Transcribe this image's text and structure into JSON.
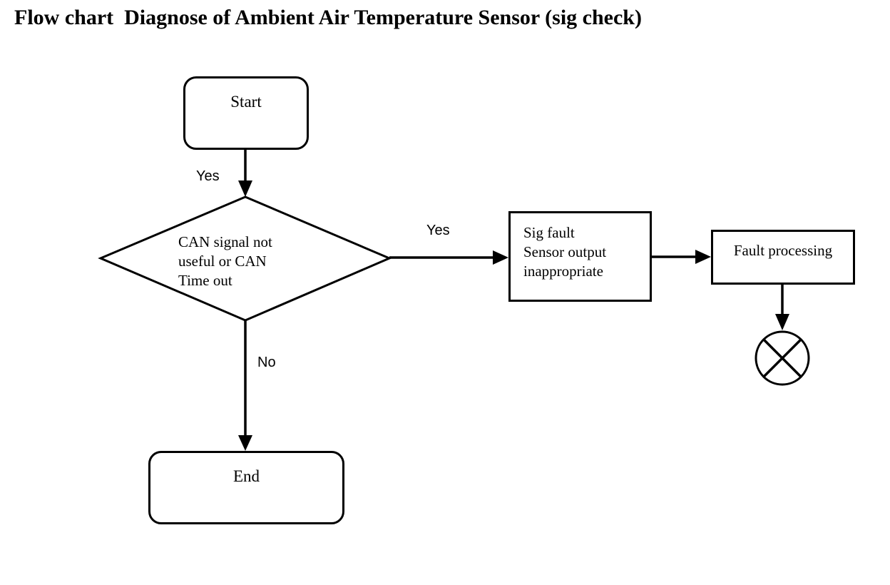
{
  "title": "Flow chart  Diagnose of Ambient Air Temperature Sensor (sig check)",
  "colors": {
    "line": "#000000",
    "background": "#ffffff"
  },
  "nodes": {
    "start": {
      "type": "terminator",
      "label": "Start"
    },
    "decision": {
      "type": "decision",
      "lines": [
        "CAN signal not",
        "useful or CAN",
        "Time out"
      ]
    },
    "sig_fault": {
      "type": "process",
      "lines": [
        "Sig fault",
        "Sensor output",
        "inappropriate"
      ]
    },
    "fault_processing": {
      "type": "process",
      "label": "Fault processing"
    },
    "end": {
      "type": "terminator",
      "label": "End"
    },
    "off_page_connector": {
      "type": "circle-x-symbol",
      "icon": "circle-x-icon"
    }
  },
  "edges": {
    "start_to_decision": {
      "label": "Yes"
    },
    "decision_to_sig_fault": {
      "label": "Yes"
    },
    "sig_fault_to_fault_processing": {
      "label": ""
    },
    "fault_processing_to_connector": {
      "label": ""
    },
    "decision_to_end": {
      "label": "No"
    }
  }
}
